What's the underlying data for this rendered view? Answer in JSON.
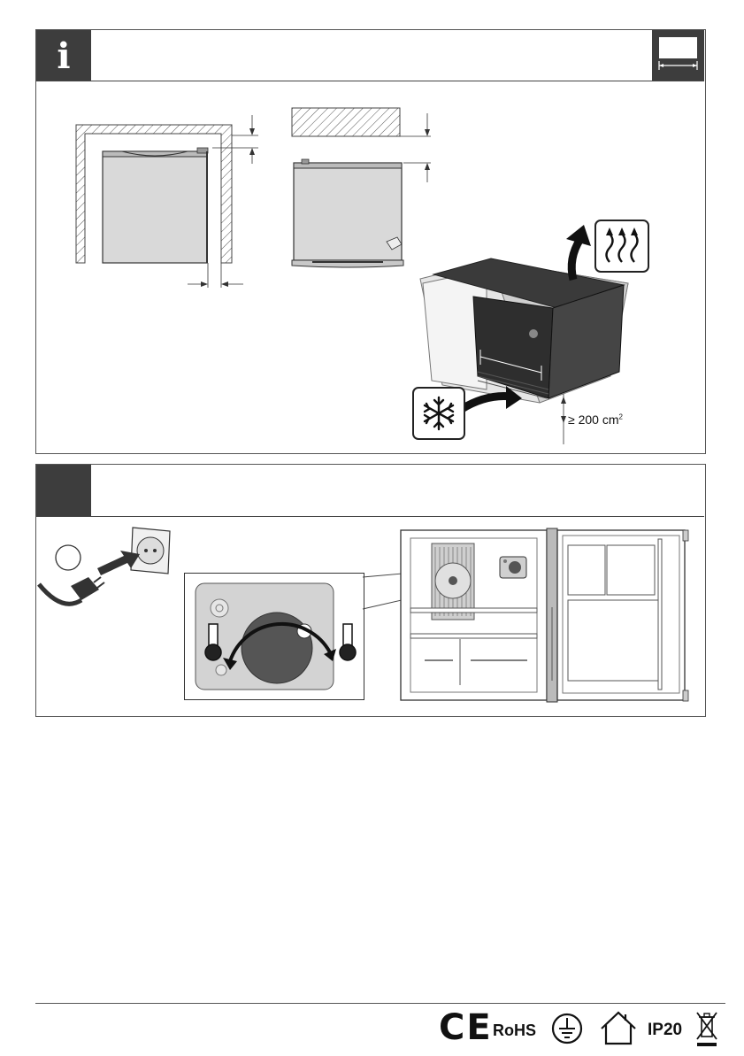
{
  "section1": {
    "info_icon": "i",
    "dimension_icon": "width-dimension-icon"
  },
  "ventilation": {
    "hot_air_icon": "heat-waves-icon",
    "cold_air_icon": "snowflake-icon",
    "opening_value": "≥ 200 cm",
    "opening_exponent": "2"
  },
  "section2": {
    "plug_icon": "power-plug-icon",
    "socket_icon": "wall-socket-icon",
    "dial_icon": "thermostat-dial-icon"
  },
  "footer": {
    "marks": [
      "CE",
      "RoHS",
      "protective-earth-icon",
      "indoor-use-icon",
      "IP20",
      "weee-bin-icon"
    ],
    "ce_label": "CE",
    "rohs_label": "RoHS",
    "ip_label": "IP20"
  },
  "colors": {
    "badge": "#3d3d3d",
    "panel_border": "#555555",
    "appliance_fill": "#d9d9d9",
    "appliance_dark": "#2e2e2e"
  }
}
